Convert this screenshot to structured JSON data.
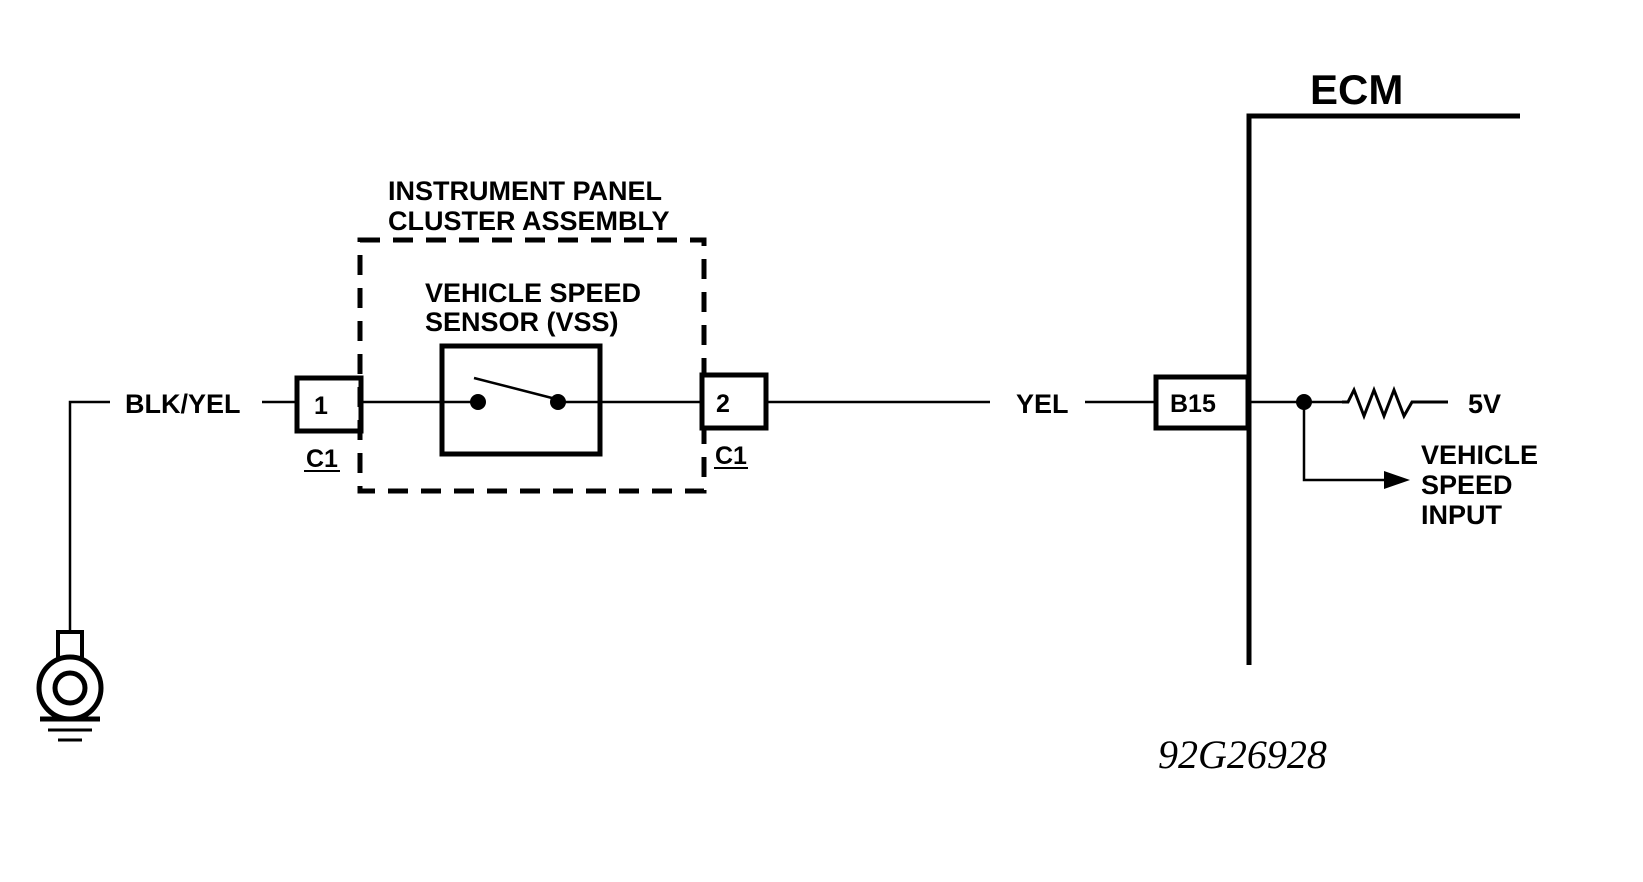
{
  "ecm": {
    "label": "ECM"
  },
  "cluster": {
    "title_line1": "INSTRUMENT PANEL",
    "title_line2": "CLUSTER ASSEMBLY"
  },
  "sensor": {
    "label_line1": "VEHICLE SPEED",
    "label_line2": "SENSOR (VSS)"
  },
  "wires": {
    "ground_wire": "BLK/YEL",
    "signal_wire": "YEL"
  },
  "connectors": {
    "pin_1": "1",
    "pin_2": "2",
    "connector_left": "C1",
    "connector_right": "C1",
    "ecm_pin": "B15"
  },
  "ecm_internal": {
    "voltage": "5V",
    "output_line1": "VEHICLE",
    "output_line2": "SPEED",
    "output_line3": "INPUT"
  },
  "figure_id": "92G26928"
}
